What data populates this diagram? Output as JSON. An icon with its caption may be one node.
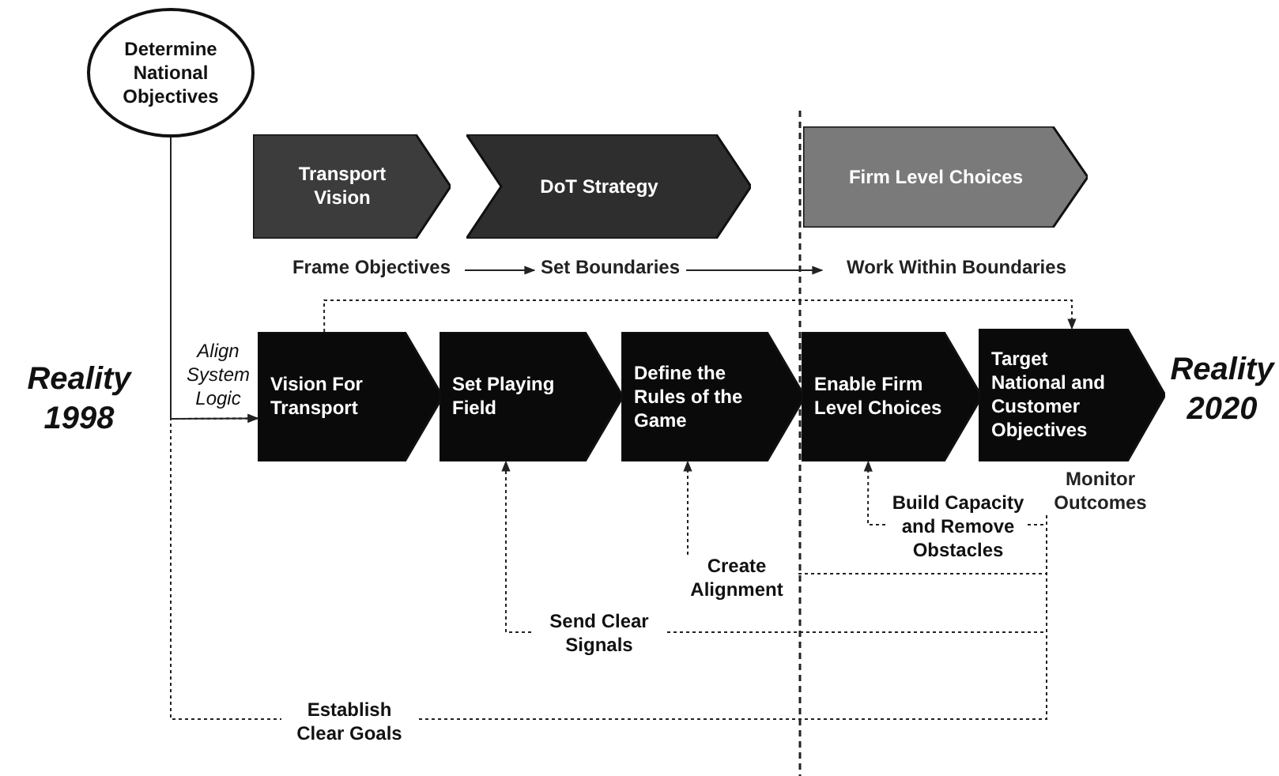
{
  "diagram": {
    "nodes": [
      {
        "text": [
          "Determine National Objectives"
        ]
      },
      {
        "text": [
          "Transport Vision"
        ]
      },
      {
        "text": [
          "DoT Strategy"
        ]
      },
      {
        "text": [
          "Firm Level Choices"
        ]
      },
      {
        "text": [
          "Frame Objectives"
        ]
      },
      {
        "text": [
          "Set Boundaries"
        ]
      },
      {
        "text": [
          "Work Within Boundaries"
        ]
      },
      {
        "text": [
          "Vision For Transport"
        ]
      },
      {
        "text": [
          "Set Playing Field"
        ]
      },
      {
        "text": [
          "Define the Rules of the Game"
        ]
      },
      {
        "text": [
          "Enable Firm Level Choices"
        ]
      },
      {
        "text": [
          "Target National and Customer Objectives"
        ]
      },
      {
        "text": [
          "Monitor Outcomes"
        ]
      }
    ],
    "edges": [
      {
        "from": 0,
        "to": 7,
        "arrow": "to",
        "label": "Align System Logic"
      },
      {
        "from": 7,
        "to": 11,
        "arrow": "to",
        "style": "dashed"
      },
      {
        "from": 12,
        "to": 10,
        "arrow": "to",
        "style": "dashed",
        "label": "Build Capacity and Remove Obstacles"
      },
      {
        "from": 12,
        "to": 9,
        "arrow": "to",
        "style": "dashed",
        "label": "Create Alignment"
      },
      {
        "from": 12,
        "to": 8,
        "arrow": "to",
        "style": "dashed",
        "label": "Send Clear Signals"
      },
      {
        "from": 12,
        "to": 7,
        "arrow": "to",
        "style": "dashed",
        "label": "Establish Clear Goals"
      },
      {
        "from": 4,
        "to": 5,
        "arrow": "to"
      },
      {
        "from": 5,
        "to": 6,
        "arrow": "to"
      }
    ],
    "labels": [
      "Reality 1998",
      "Reality 2020"
    ]
  }
}
